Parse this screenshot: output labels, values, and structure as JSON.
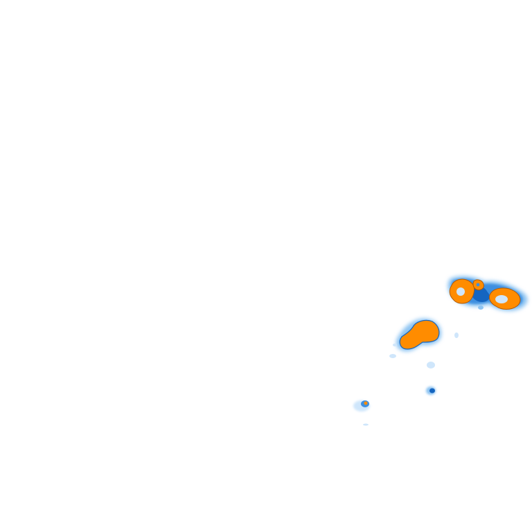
{
  "map": {
    "layer": "precipitation-radar-tile",
    "background": "#ffffff",
    "legend_colors": {
      "light": "#cfe6fb",
      "moderate_light": "#8ec4f2",
      "moderate": "#3e8fe0",
      "heavy": "#1565c0",
      "intense": "#ff8c00",
      "intense_edge": "#b35a00"
    },
    "cells": [
      {
        "id": "cell-ne-ring-a",
        "intensity": "intense"
      },
      {
        "id": "cell-ne-ring-b",
        "intensity": "intense"
      },
      {
        "id": "cell-central",
        "intensity": "intense"
      },
      {
        "id": "cell-small-sw",
        "intensity": "heavy"
      },
      {
        "id": "cell-small-s",
        "intensity": "moderate"
      },
      {
        "id": "cell-trace",
        "intensity": "light"
      }
    ]
  }
}
